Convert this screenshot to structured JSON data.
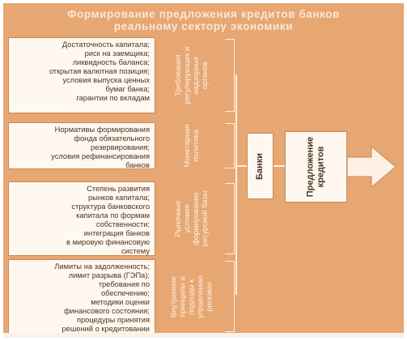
{
  "title": {
    "line1": "Формирование предложения кредитов банков",
    "line2": "реальному сектору экономики"
  },
  "rows": [
    {
      "conditions": [
        "Достаточность капитала;",
        "риск на заемщика;",
        "ликвидность баланса;",
        "открытая валютная позиция;",
        "условия выпуска ценных",
        "бумаг банка;",
        "гарантии по вкладам"
      ],
      "category": "Требования регулирующих и надзорных органов"
    },
    {
      "conditions": [
        "Нормативы формирования",
        "фонда обязательного",
        "резервирования;",
        "условия рефинансирования",
        "банков"
      ],
      "category": "Монетарная политика"
    },
    {
      "conditions": [
        "Степень развития",
        "рынков капитала;",
        "структура банковского",
        "капитала по формам",
        "собственности;",
        "интеграция банков",
        "в мировую финансовую",
        "систему"
      ],
      "category": "Рыночные условия формирования ресурсной базы"
    },
    {
      "conditions": [
        "Лимиты на задолженность;",
        "лимит разрыва (ГЭПа);",
        "требования по",
        "обеспечению;",
        "методики оценки",
        "финансового состояния;",
        "процедуры принятия",
        "решений о кредитовании"
      ],
      "category": "Внутренние принципы и подходы к управлению рисками"
    }
  ],
  "banks_label": "Банки",
  "output_label": "Предложение кредитов"
}
